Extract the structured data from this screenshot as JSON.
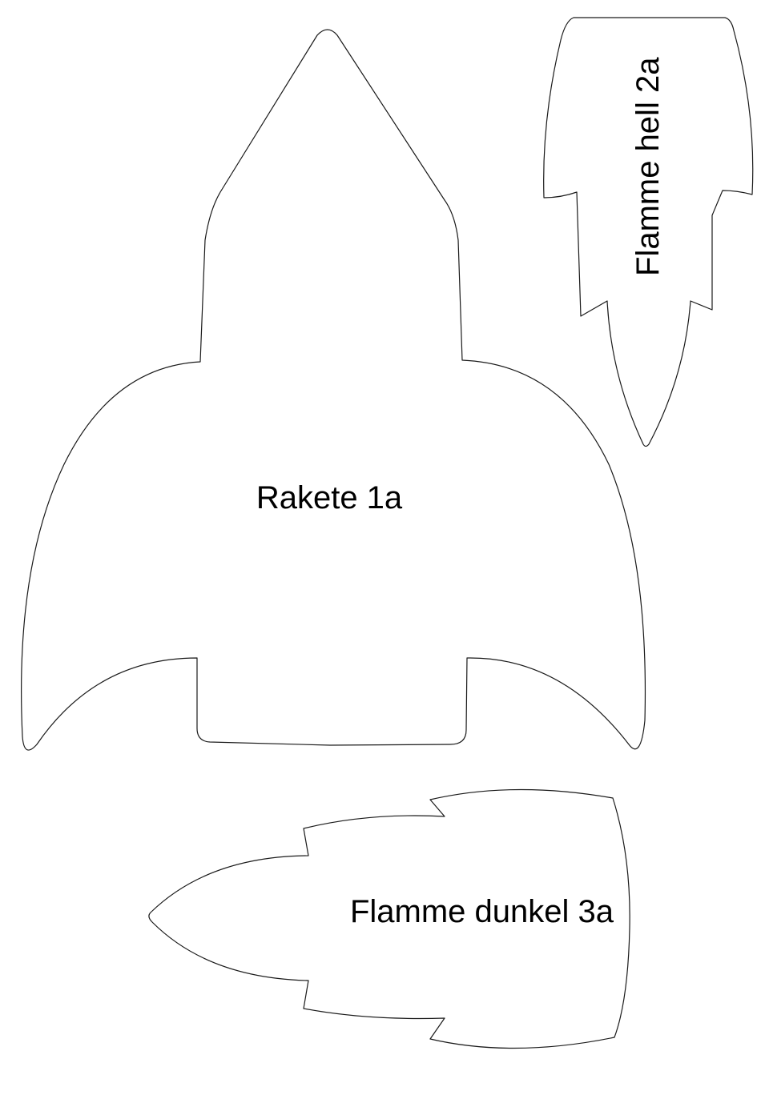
{
  "template": {
    "pieces": [
      {
        "id": "rakete",
        "label": "Rakete 1a"
      },
      {
        "id": "flamme-hell",
        "label": "Flamme hell 2a"
      },
      {
        "id": "flamme-dunkel",
        "label": "Flamme dunkel 3a"
      }
    ],
    "line_color": "#1a1a1a",
    "background_color": "#ffffff"
  }
}
